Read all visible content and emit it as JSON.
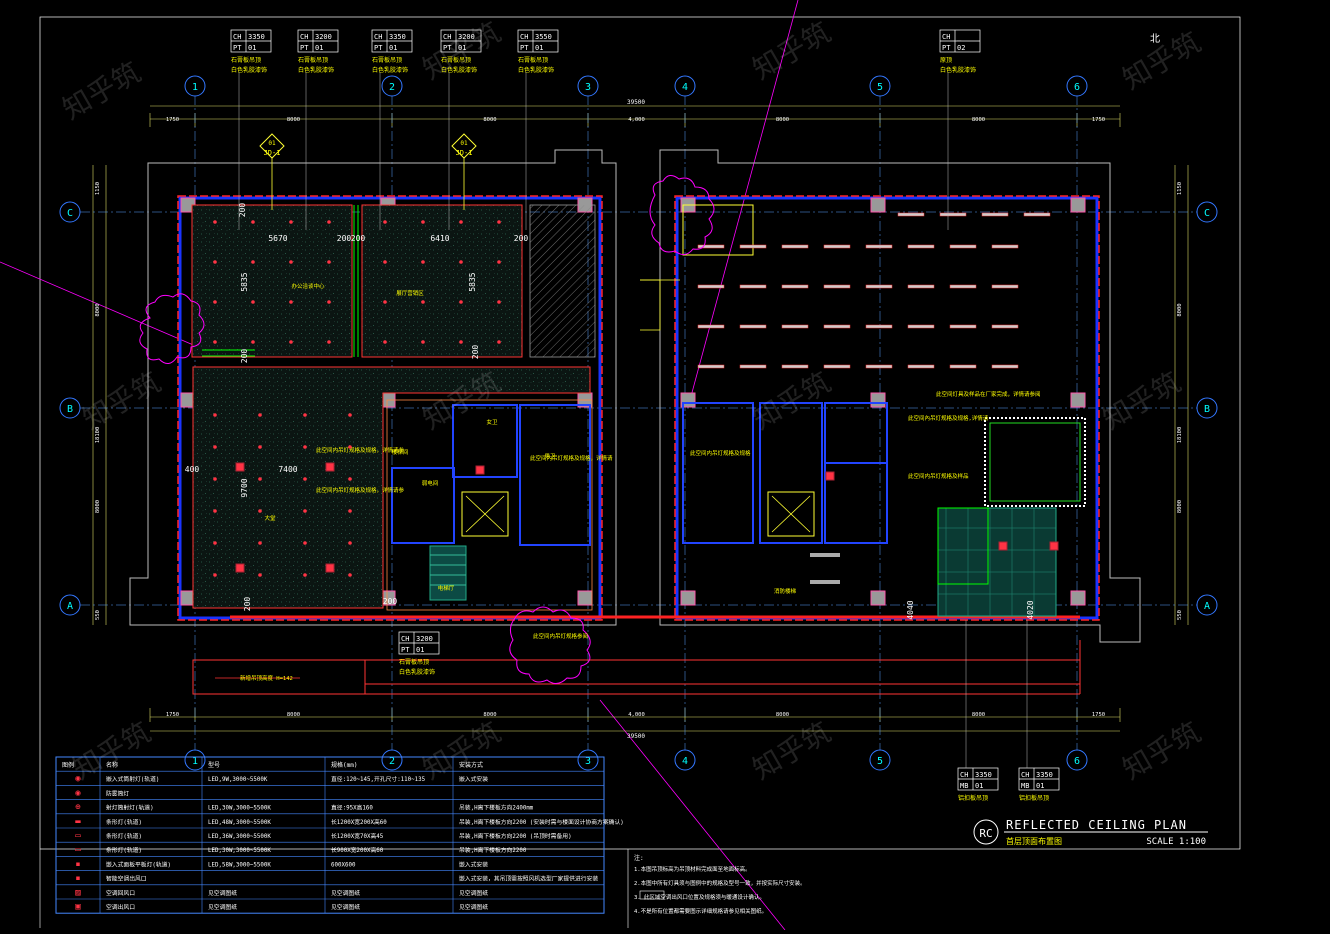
{
  "drawing": {
    "title": "REFLECTED CEILING PLAN",
    "subtitle": "首层顶面布置图",
    "scale": "SCALE 1:100",
    "badge": "RC",
    "north": "北"
  },
  "top_tags": [
    {
      "ch": "CH",
      "ch_val": "3350",
      "pt": "PT",
      "pt_val": "01",
      "note1": "石膏板吊顶",
      "note2": "白色乳胶漆饰"
    },
    {
      "ch": "CH",
      "ch_val": "3200",
      "pt": "PT",
      "pt_val": "01",
      "note1": "石膏板吊顶",
      "note2": "白色乳胶漆饰"
    },
    {
      "ch": "CH",
      "ch_val": "3350",
      "pt": "PT",
      "pt_val": "01",
      "note1": "石膏板吊顶",
      "note2": "白色乳胶漆饰"
    },
    {
      "ch": "CH",
      "ch_val": "3200",
      "pt": "PT",
      "pt_val": "01",
      "note1": "石膏板吊顶",
      "note2": "白色乳胶漆饰"
    },
    {
      "ch": "CH",
      "ch_val": "3550",
      "pt": "PT",
      "pt_val": "01",
      "note1": "石膏板吊顶",
      "note2": "白色乳胶漆饰"
    },
    {
      "ch": "CH",
      "ch_val": "_",
      "pt": "PT",
      "pt_val": "02",
      "note1": "原顶",
      "note2": "白色乳胶漆饰"
    }
  ],
  "bottom_tags": [
    {
      "ch": "CH",
      "ch_val": "3200",
      "pt": "PT",
      "pt_val": "01",
      "note1": "石膏板吊顶",
      "note2": "白色乳胶漆饰"
    },
    {
      "ch": "CH",
      "ch_val": "3350",
      "pt": "MB",
      "pt_val": "01",
      "note1": "铝扣板吊顶",
      "note2": ""
    },
    {
      "ch": "CH",
      "ch_val": "3350",
      "pt": "MB",
      "pt_val": "01",
      "note1": "铝扣板吊顶",
      "note2": ""
    }
  ],
  "grid_cols": [
    "1",
    "2",
    "3",
    "4",
    "5",
    "6"
  ],
  "grid_rows": [
    "C",
    "B",
    "A"
  ],
  "dims_top": [
    "1750",
    "8000",
    "8000",
    "4,000",
    "8000",
    "8000",
    "1750"
  ],
  "dims_top_total": "39500",
  "dims_bottom": [
    "1750",
    "8000",
    "8000",
    "4,000",
    "8000",
    "8000",
    "1750"
  ],
  "dims_bottom_total": "39500",
  "dims_left": [
    "1150",
    "8000",
    "18100",
    "8000",
    "550"
  ],
  "room_dims": [
    "200",
    "5670",
    "200",
    "200",
    "6410",
    "200",
    "5835",
    "5835",
    "200",
    "200",
    "400",
    "7400",
    "9700",
    "200",
    "200",
    "4040",
    "4020"
  ],
  "rooms": [
    "办公洽谈中心",
    "展厅营销区",
    "大堂",
    "楼梯间",
    "女卫",
    "男卫",
    "弱电间",
    "电梯厅",
    "消防楼梯"
  ],
  "callouts": [
    "此空间内吊灯规格及规格，详情请参",
    "此空间内吊灯规格及规格，详情请参",
    "此空间内吊灯规格及规格，详情请",
    "此空间内吊灯规格及规格",
    "此空间內吊灯规格及规格,详情请",
    "此空间灯具及样品在厂家完成，详情请参阅",
    "此空间内吊灯规格及样品",
    "此空间内吊灯规格参阅",
    "新增吊顶高度 H=142"
  ],
  "detail_tags": [
    {
      "num": "01",
      "ref": "JD-1"
    },
    {
      "num": "01",
      "ref": "JD-1"
    }
  ],
  "legend": {
    "headers": [
      "图例",
      "名称",
      "型号",
      "规格(mm)",
      "安装方式"
    ],
    "rows": [
      [
        "◉",
        "嵌入式筒射灯(轨道)",
        "LED,9W,3000~5500K",
        "直径:120~145,开孔尺寸:110~135",
        "嵌入式安装"
      ],
      [
        "◉",
        "防雾筒灯",
        "",
        "",
        ""
      ],
      [
        "⊕",
        "射灯筒射灯(轨道)",
        "LED,30W,3000~5500K",
        "直径:95X高160",
        "吊装,H离下楼板方向2400mm"
      ],
      [
        "▬",
        "条形灯(轨道)",
        "LED,48W,3000~5500K",
        "长1200X宽200X高60",
        "吊装,H离下楼板方向2200 (安装时需与楼面设计协商方案确认)"
      ],
      [
        "▭",
        "条形灯(轨道)",
        "LED,36W,3000~5500K",
        "长1200X宽70X高45",
        "吊装,H离下楼板方向2200 (吊顶时需备用)"
      ],
      [
        "▭",
        "条形灯(轨道)",
        "LED,30W,3000~5500K",
        "长900X宽200X高60",
        "吊装,H离下楼板方向2200"
      ],
      [
        "▪",
        "嵌入式面板平板灯(轨道)",
        "LED,58W,3000~5500K",
        "600X600",
        "嵌入式安装"
      ],
      [
        "▪",
        "智能空调出风口",
        "",
        "",
        "嵌入式安装，其吊顶需按照风机选型厂家提供进行安装"
      ],
      [
        "▨",
        "空调回风口",
        "见空调图纸",
        "见空调图纸",
        "见空调图纸"
      ],
      [
        "▣",
        "空调出风口",
        "见空调图纸",
        "见空调图纸",
        "见空调图纸"
      ]
    ]
  },
  "notes": {
    "header": "注:",
    "lines": [
      "1.本图吊顶标高为吊顶材料完成面至地面标高。",
      "2.本图中所有灯具须与图例中的规格及型号一致，并按实际尺寸安装。",
      "3.              此区域空调出风口位置及规格须与暖通设计确认。",
      "4.不是所有位置都需要图示详细规格请参见相关图纸。"
    ]
  },
  "watermark": "知乎筑"
}
